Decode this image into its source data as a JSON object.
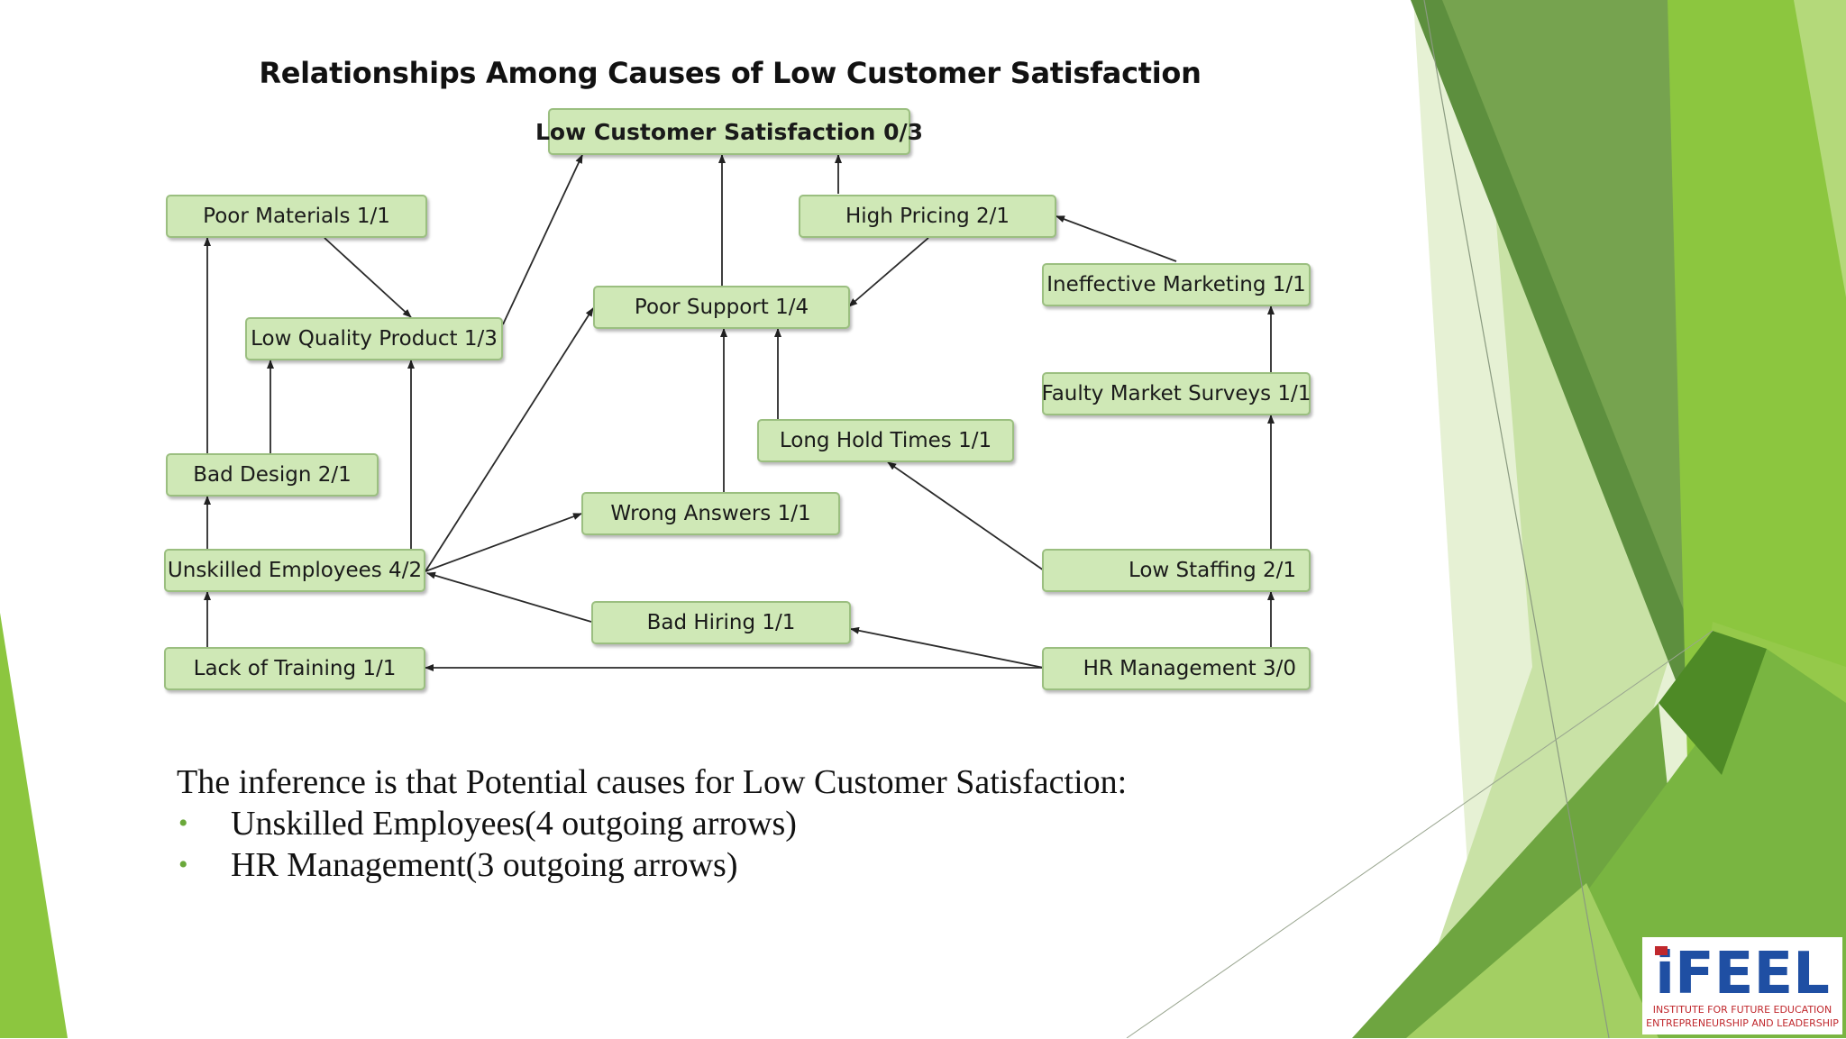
{
  "title": "Relationships Among Causes of Low Customer Satisfaction",
  "nodes": {
    "lcs": "Low Customer Satisfaction 0/3",
    "poor_materials": "Poor Materials 1/1",
    "high_pricing": "High Pricing 2/1",
    "ineffective_marketing": "Ineffective Marketing 1/1",
    "poor_support": "Poor Support 1/4",
    "low_quality_product": "Low Quality Product 1/3",
    "faulty_market_surveys": "Faulty Market Surveys 1/1",
    "long_hold_times": "Long Hold Times 1/1",
    "bad_design": "Bad Design 2/1",
    "wrong_answers": "Wrong Answers 1/1",
    "unskilled_employees": "Unskilled Employees 4/2",
    "low_staffing": "Low Staffing 2/1",
    "bad_hiring": "Bad Hiring 1/1",
    "lack_of_training": "Lack of Training 1/1",
    "hr_management": "HR Management 3/0"
  },
  "inference": {
    "intro": "The inference is that Potential causes for Low Customer Satisfaction:",
    "bullets": [
      "Unskilled Employees(4 outgoing arrows)",
      "HR Management(3 outgoing arrows)"
    ]
  },
  "logo": {
    "name": "iFEEL",
    "line1": "INSTITUTE FOR FUTURE EDUCATION",
    "line2": "ENTREPRENEURSHIP AND LEADERSHIP"
  },
  "colors": {
    "node_fill": "#cfe8b6",
    "node_border": "#9bbf80",
    "accent_green": "#6aa83a",
    "logo_blue": "#1f4fa3",
    "logo_red": "#c0282d"
  }
}
